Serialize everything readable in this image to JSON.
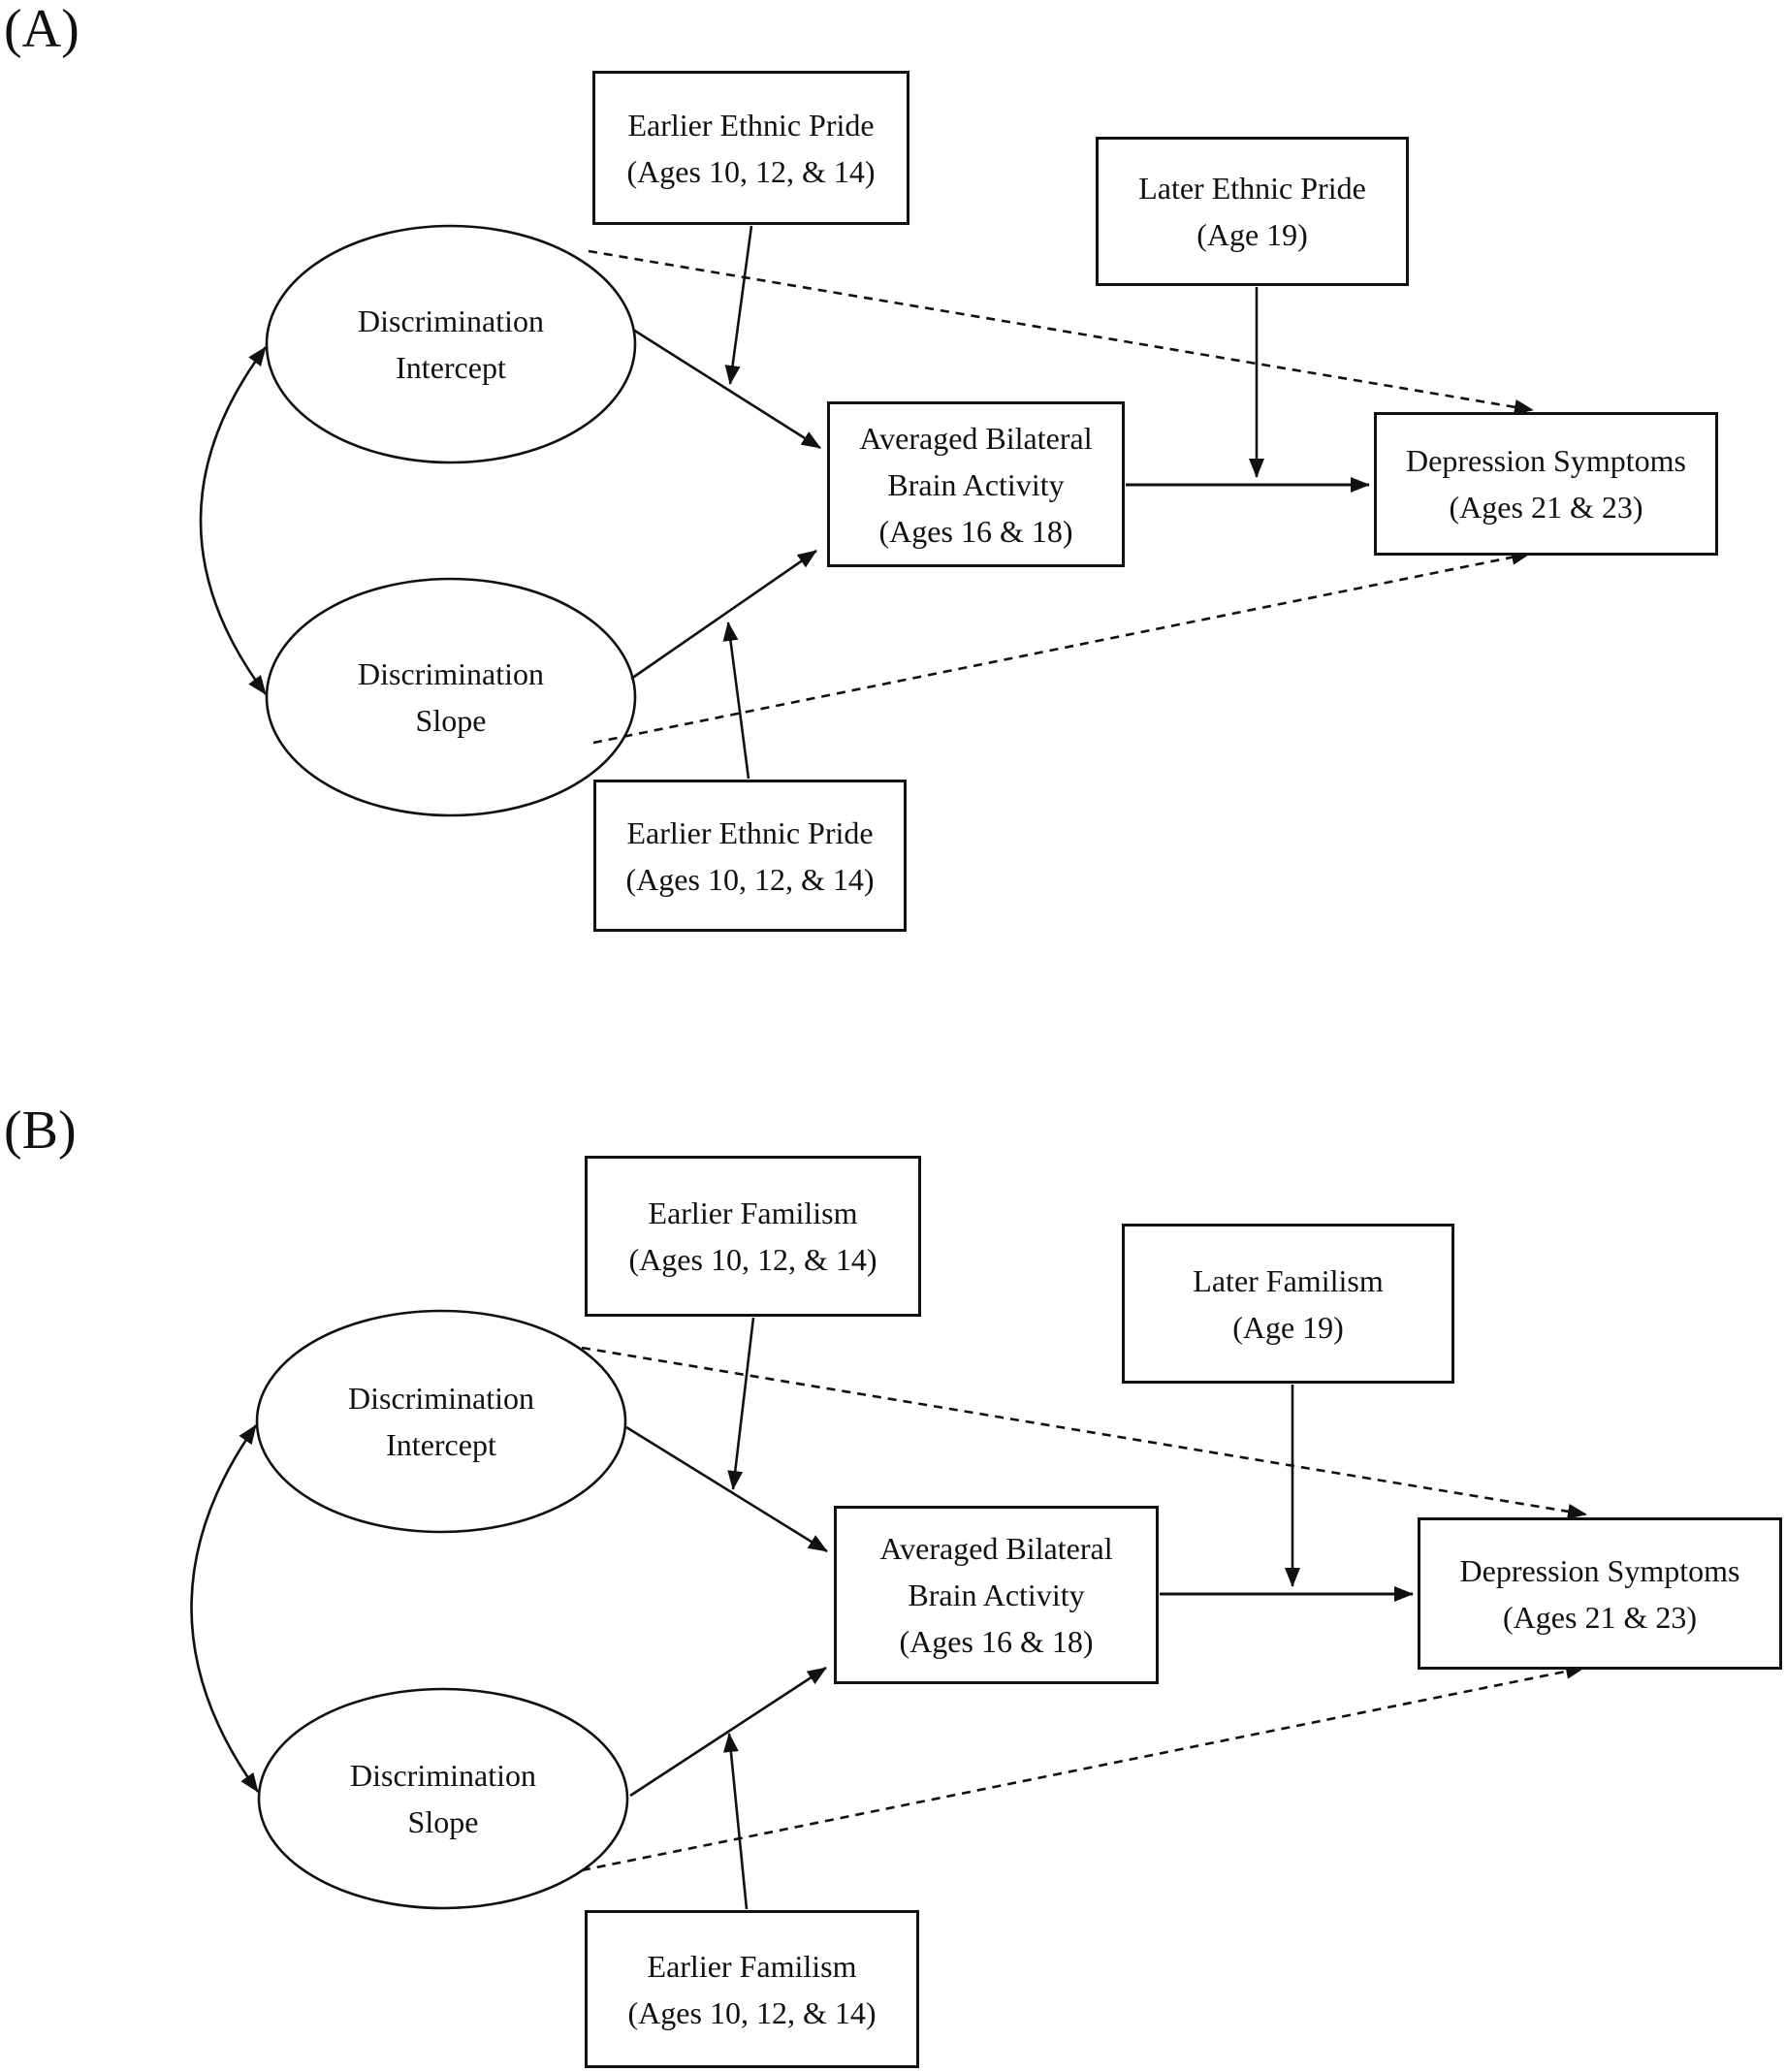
{
  "figure": {
    "colors": {
      "background": "#ffffff",
      "ink": "#111111"
    },
    "panels": [
      {
        "id": "A",
        "label": "(A)",
        "nodes": {
          "discrimination_intercept": {
            "line1": "Discrimination",
            "line2": "Intercept"
          },
          "discrimination_slope": {
            "line1": "Discrimination",
            "line2": "Slope"
          },
          "earlier_moderator_top": {
            "line1": "Earlier Ethnic Pride",
            "line2": "(Ages 10, 12, & 14)"
          },
          "earlier_moderator_bottom": {
            "line1": "Earlier Ethnic Pride",
            "line2": "(Ages 10, 12, & 14)"
          },
          "later_moderator": {
            "line1": "Later Ethnic Pride",
            "line2": "(Age 19)"
          },
          "brain_activity": {
            "line1": "Averaged Bilateral",
            "line2": "Brain Activity",
            "line3": "(Ages 16 & 18)"
          },
          "depression": {
            "line1": "Depression Symptoms",
            "line2": "(Ages 21 & 23)"
          }
        }
      },
      {
        "id": "B",
        "label": "(B)",
        "nodes": {
          "discrimination_intercept": {
            "line1": "Discrimination",
            "line2": "Intercept"
          },
          "discrimination_slope": {
            "line1": "Discrimination",
            "line2": "Slope"
          },
          "earlier_moderator_top": {
            "line1": "Earlier Familism",
            "line2": "(Ages 10, 12, & 14)"
          },
          "earlier_moderator_bottom": {
            "line1": "Earlier Familism",
            "line2": "(Ages 10, 12, & 14)"
          },
          "later_moderator": {
            "line1": "Later Familism",
            "line2": "(Age 19)"
          },
          "brain_activity": {
            "line1": "Averaged Bilateral",
            "line2": "Brain Activity",
            "line3": "(Ages 16 & 18)"
          },
          "depression": {
            "line1": "Depression Symptoms",
            "line2": "(Ages 21 & 23)"
          }
        }
      }
    ]
  }
}
